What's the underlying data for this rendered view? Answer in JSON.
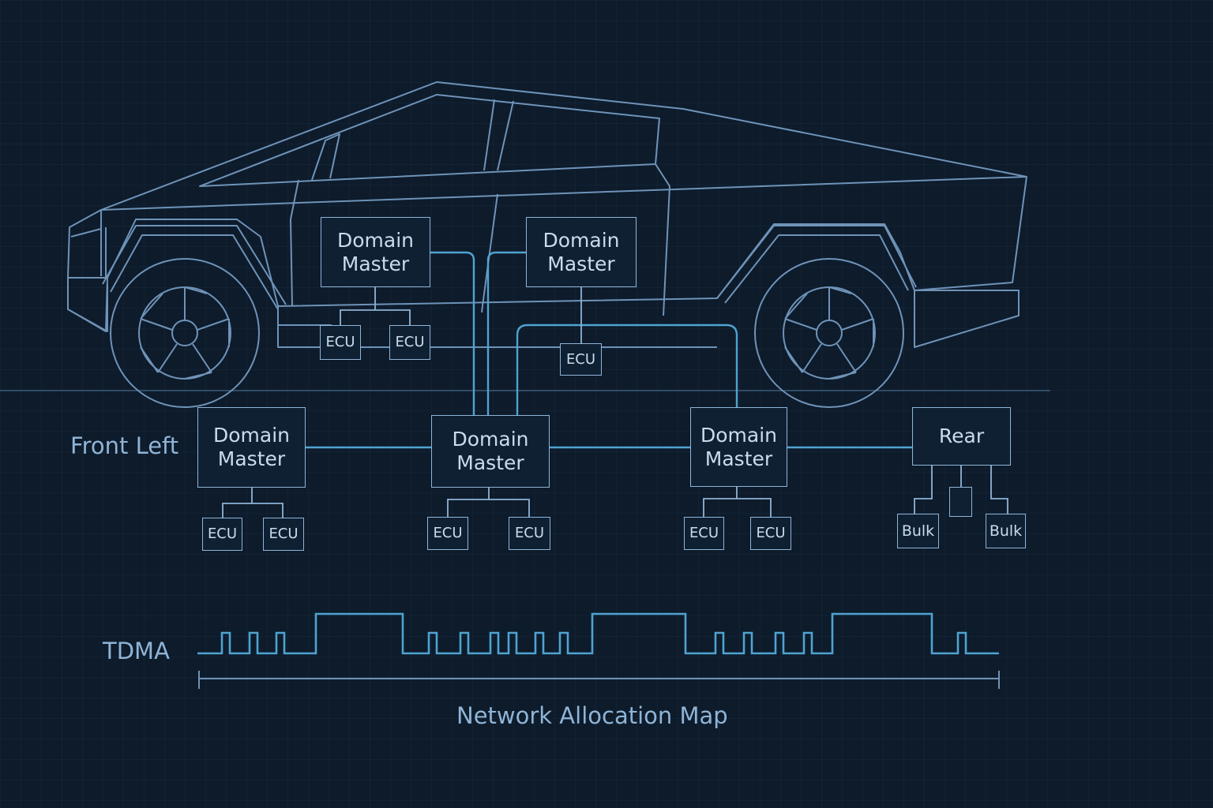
{
  "labels": {
    "front_left": "Front Left",
    "tdma": "TDMA",
    "allocation": "Network Allocation Map"
  },
  "nodes": {
    "dm_top_left": "Domain\nMaster",
    "dm_top_right": "Domain\nMaster",
    "dm_front_left": "Domain\nMaster",
    "dm_center": "Domain\nMaster",
    "dm_right": "Domain\nMaster",
    "rear": "Rear",
    "ecu": "ECU",
    "bulk": "Bulk"
  },
  "colors": {
    "background": "#0d1b2b",
    "line": "#4fa3d1",
    "car_outline": "#6f93b8",
    "box_border": "#8fb4d6",
    "text": "#c9dbee"
  }
}
